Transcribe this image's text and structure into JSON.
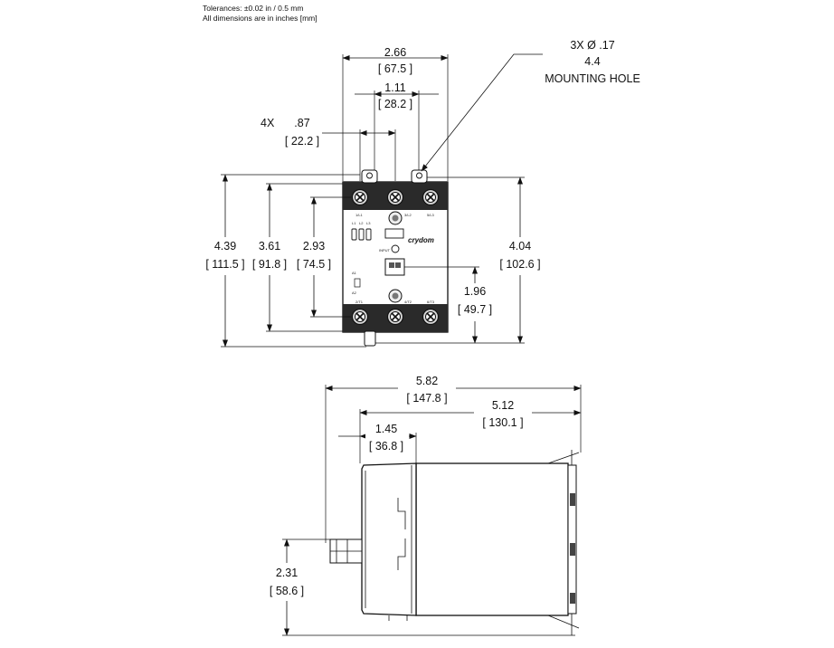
{
  "header": {
    "tolerances": "Tolerances: ±0.02 in / 0.5 mm",
    "units_note": "All dimensions are in inches [mm]"
  },
  "front_view": {
    "overall_width": {
      "in": "2.66",
      "mm": "[ 67.5 ]"
    },
    "terminal_pitch": {
      "in": "1.11",
      "mm": "[ 28.2 ]"
    },
    "pitch_4x": {
      "qty": "4X",
      "in": ".87",
      "mm": "[ 22.2 ]"
    },
    "mounting_hole": {
      "line1": "3X Ø .17",
      "line2": "4.4",
      "line3": "MOUNTING HOLE"
    },
    "overall_height": {
      "in": "4.39",
      "mm": "[ 111.5 ]"
    },
    "body_height": {
      "in": "3.61",
      "mm": "[ 91.8 ]"
    },
    "terminal_span": {
      "in": "2.93",
      "mm": "[ 74.5 ]"
    },
    "mount_height": {
      "in": "4.04",
      "mm": "[ 102.6 ]"
    },
    "control_height": {
      "in": "1.96",
      "mm": "[ 49.7 ]"
    },
    "brand": "crydom",
    "terminal_labels": [
      "1/L1",
      "3/L2",
      "5/L3",
      "2/T1",
      "4/T2",
      "6/T3"
    ],
    "led_labels": [
      "L1",
      "L2",
      "L3"
    ],
    "control_labels": [
      "INPUT",
      "A1",
      "A2"
    ]
  },
  "side_view": {
    "overall_depth": {
      "in": "5.82",
      "mm": "[ 147.8 ]"
    },
    "body_depth": {
      "in": "5.12",
      "mm": "[ 130.1 ]"
    },
    "cover_depth": {
      "in": "1.45",
      "mm": "[ 36.8 ]"
    },
    "rail_height": {
      "in": "2.31",
      "mm": "[ 58.6 ]"
    }
  }
}
